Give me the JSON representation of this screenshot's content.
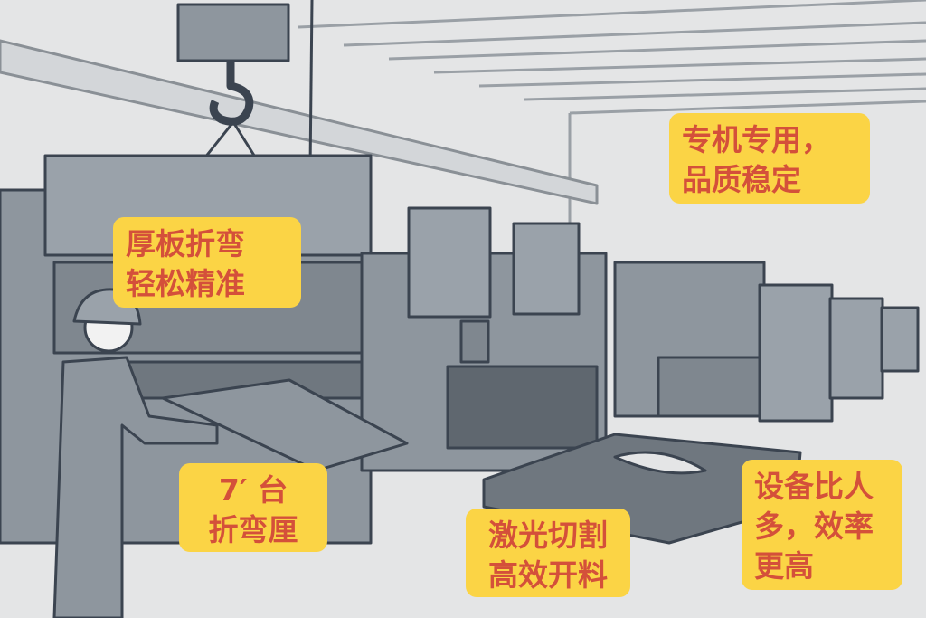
{
  "colors": {
    "label_bg": "#fbd445",
    "label_text": "#d4503a",
    "machine": "#8e969e",
    "outline": "#3b4450",
    "background": "#e4e5e6"
  },
  "labels": {
    "thick_plate": {
      "line1": "厚板折弯",
      "line2": "轻松精准"
    },
    "dedicated": {
      "line1": "专机专用，",
      "line2": "品质稳定"
    },
    "bending_count": {
      "line1": "7′ 台",
      "line2": "折弯厘"
    },
    "laser": {
      "line1": "激光切割",
      "line2": "高效开料"
    },
    "efficiency": {
      "line1": "设备比人",
      "line2": "多，效率",
      "line3": "更高"
    }
  }
}
